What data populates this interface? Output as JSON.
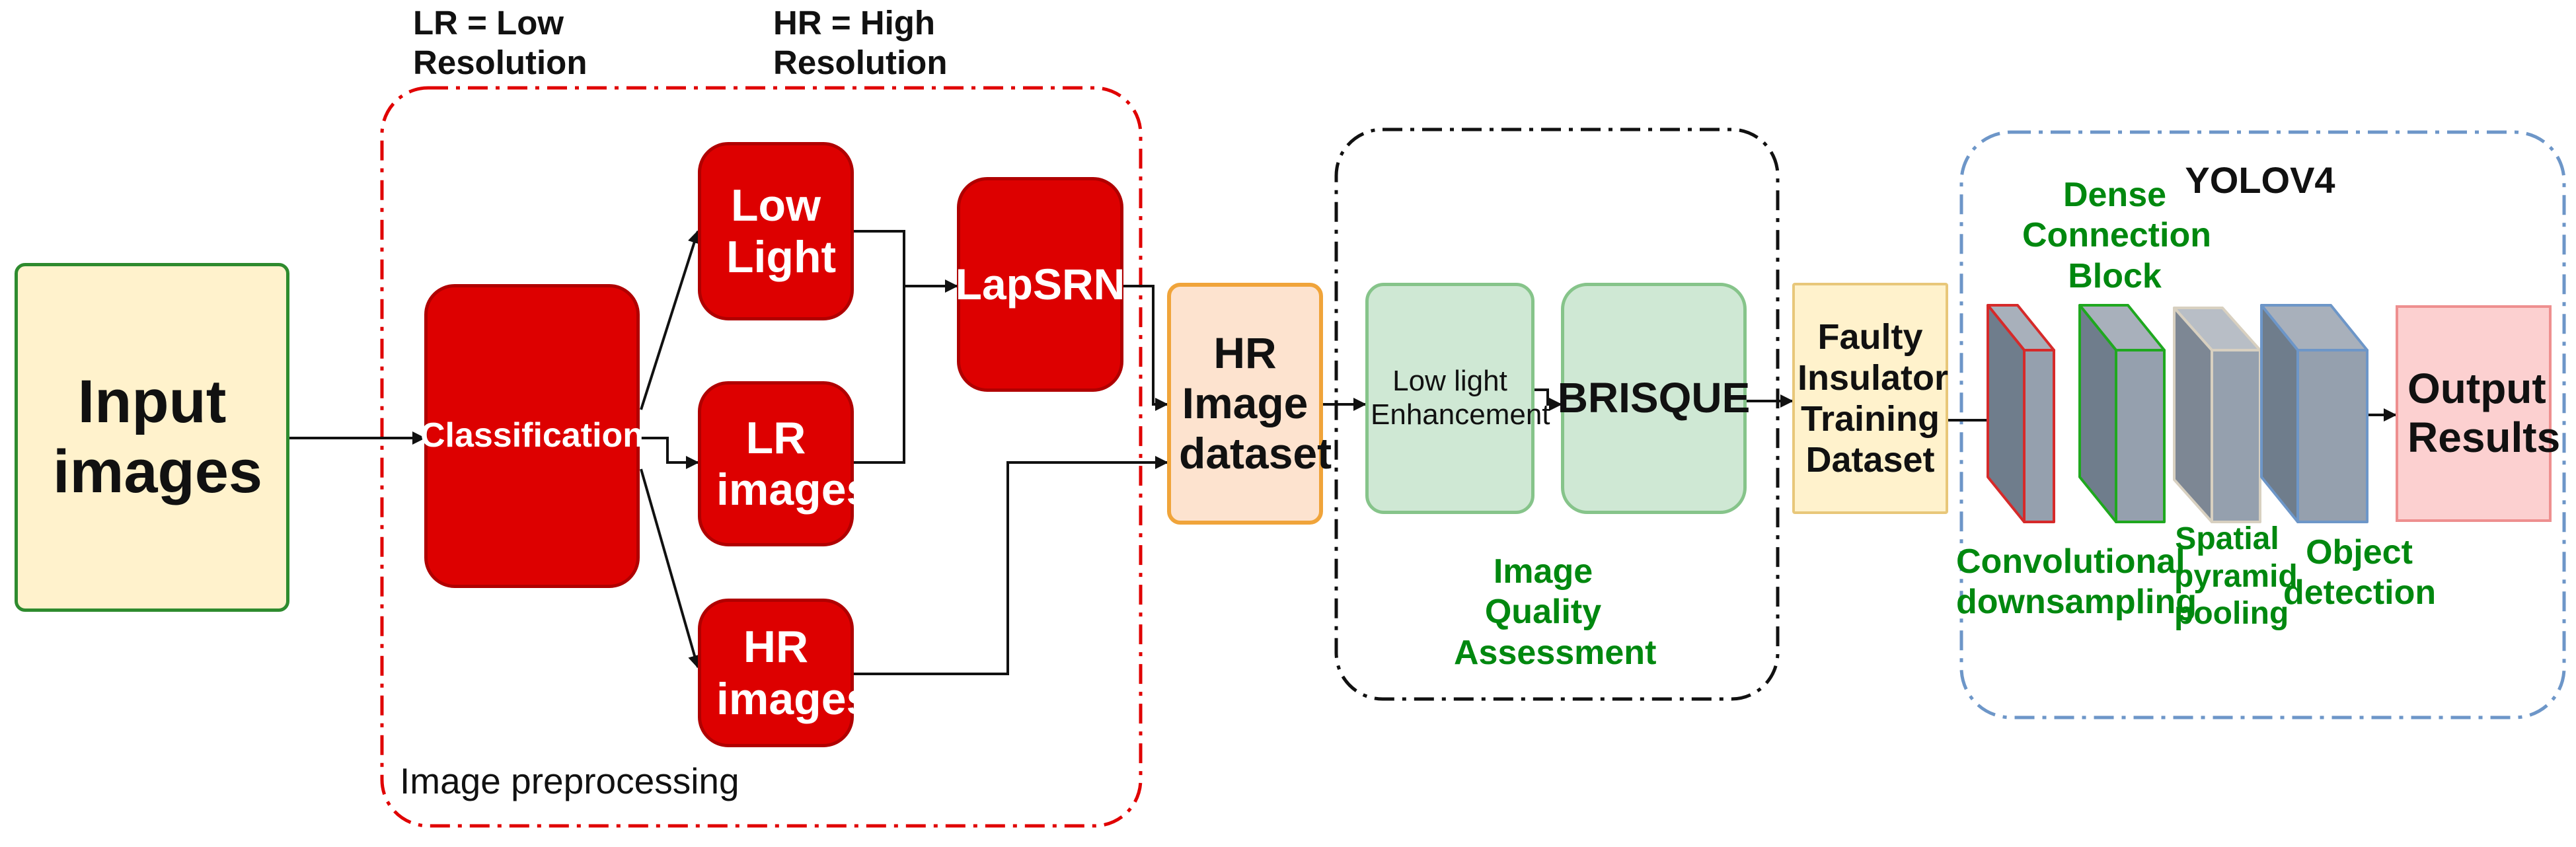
{
  "legend": {
    "lr": "LR = Low Resolution",
    "hr": "HR = High Resolution"
  },
  "input": {
    "label": "Input images"
  },
  "preprocessing": {
    "group_label": "Image preprocessing",
    "classification": "Classification",
    "low_light": "Low Light",
    "lr_images": "LR images",
    "hr_images": "HR images",
    "lapsrn": "LapSRN"
  },
  "hr_dataset": {
    "label": "HR Image dataset"
  },
  "quality": {
    "group_label": "Image Quality Assessment",
    "enhancement": "Low light Enhancement",
    "brisque": "BRISQUE"
  },
  "training": {
    "label": "Faulty Insulator Training Dataset"
  },
  "yolo": {
    "group_label": "YOLOV4",
    "dense": "Dense Connection Block",
    "conv": "Convolutional downsampling",
    "spp": "Spatial pyramid pooling",
    "detect": "Object detection"
  },
  "output": {
    "label": "Output Results"
  },
  "colors": {
    "red_box": "#dd0000",
    "green_text": "#00880f",
    "preprocess_border": "#e00000",
    "quality_border": "#111111",
    "yolo_border": "#6d96c8"
  }
}
